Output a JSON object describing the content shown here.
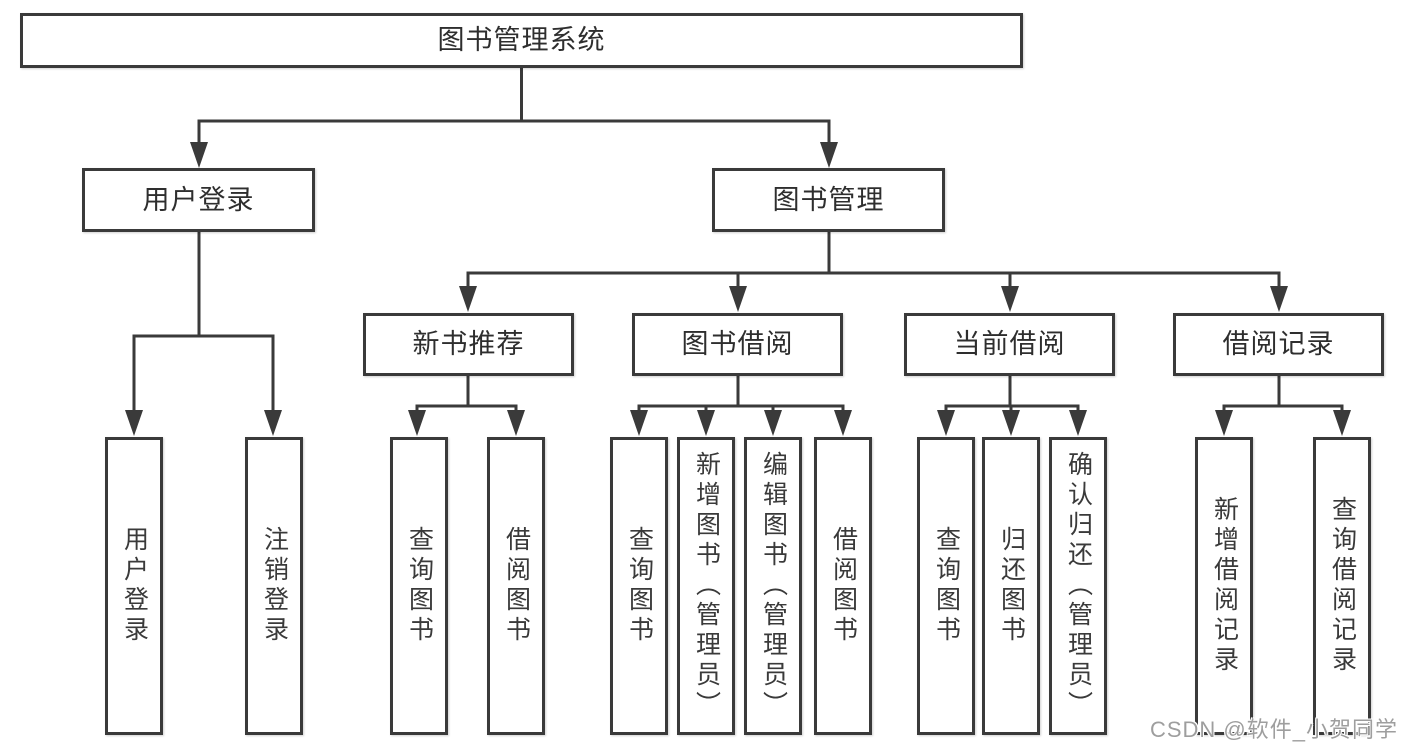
{
  "nodes": {
    "root": {
      "label": "图书管理系统"
    },
    "level2": [
      {
        "label": "用户登录"
      },
      {
        "label": "图书管理"
      }
    ],
    "level3": [
      {
        "label": "新书推荐",
        "parent": "图书管理"
      },
      {
        "label": "图书借阅",
        "parent": "图书管理"
      },
      {
        "label": "当前借阅",
        "parent": "图书管理"
      },
      {
        "label": "借阅记录",
        "parent": "图书管理"
      }
    ],
    "leaves": [
      {
        "label": "用户登录",
        "parent": "用户登录"
      },
      {
        "label": "注销登录",
        "parent": "用户登录"
      },
      {
        "label": "查询图书",
        "parent": "新书推荐"
      },
      {
        "label": "借阅图书",
        "parent": "新书推荐"
      },
      {
        "label": "查询图书",
        "parent": "图书借阅"
      },
      {
        "label": "新增图书（管理员）",
        "parent": "图书借阅"
      },
      {
        "label": "编辑图书（管理员）",
        "parent": "图书借阅"
      },
      {
        "label": "借阅图书",
        "parent": "图书借阅"
      },
      {
        "label": "查询图书",
        "parent": "当前借阅"
      },
      {
        "label": "归还图书",
        "parent": "当前借阅"
      },
      {
        "label": "确认归还（管理员）",
        "parent": "当前借阅"
      },
      {
        "label": "新增借阅记录",
        "parent": "借阅记录"
      },
      {
        "label": "查询借阅记录",
        "parent": "借阅记录"
      }
    ]
  },
  "colors": {
    "line": "#3a3a3a",
    "text": "#2e2e2e",
    "background": "#ffffff",
    "watermark": "#9e9e9e"
  },
  "watermark": "CSDN @软件_小贺同学"
}
